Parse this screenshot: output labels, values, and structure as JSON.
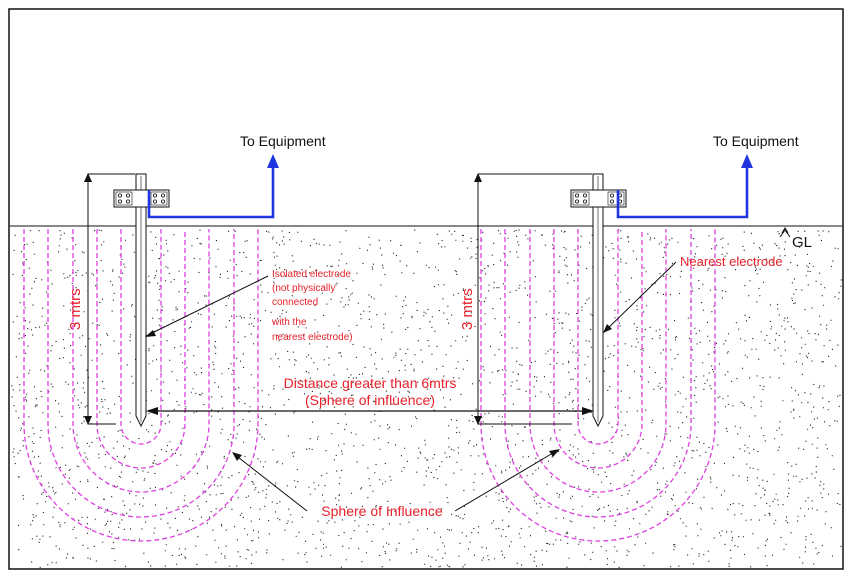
{
  "labels": {
    "to_equipment_left": "To Equipment",
    "to_equipment_right": "To Equipment",
    "ground_level": "GL",
    "depth_left": "3 mtrs",
    "depth_right": "3 mtrs",
    "isolated_electrode": [
      "Isolated electrode",
      "(not physically",
      "connected",
      "with the",
      "nearest electrode)"
    ],
    "nearest_electrode": "Nearest electrode",
    "distance": [
      "Distance greater than 6mtrs",
      "(Sphere of influence)"
    ],
    "sphere_of_influence": "Sphere of Influence"
  },
  "colors": {
    "equipment_wire": "#1f35e0",
    "sphere_of_influence": "#e040e0",
    "annotation_text": "#e8212a",
    "outline": "#111111"
  },
  "icons": {
    "connection_clamp": "clamp-icon",
    "ground_level_marker": "gl-marker-icon"
  }
}
